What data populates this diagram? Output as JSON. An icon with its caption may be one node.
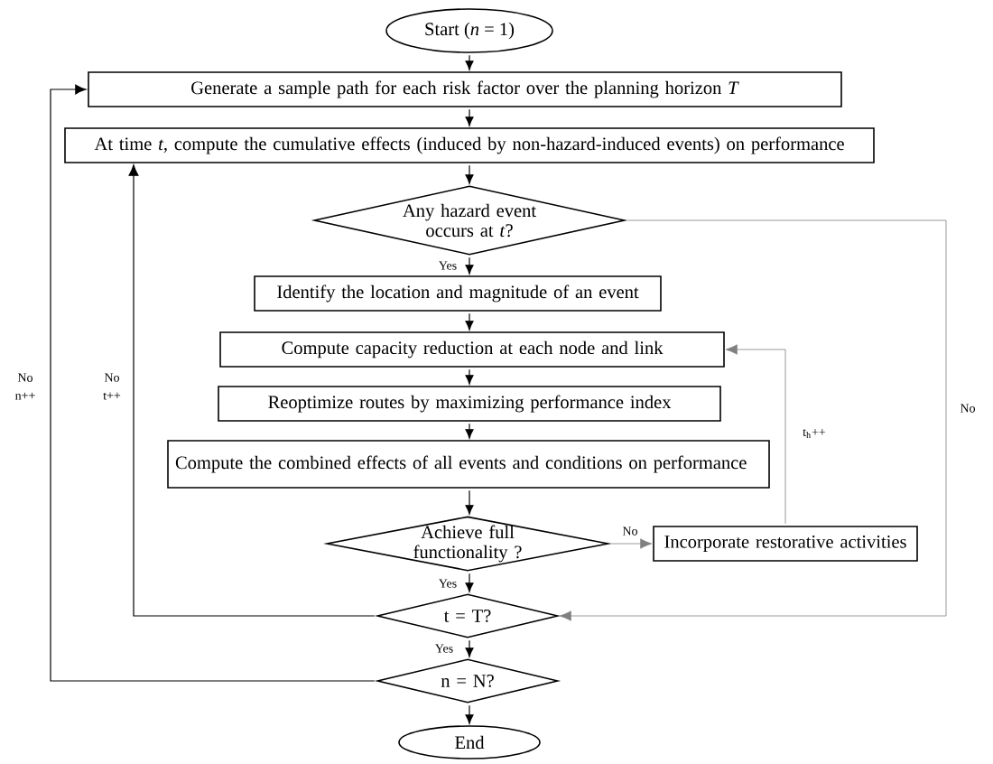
{
  "diagram": {
    "nodes": [
      {
        "text": [
          "Start (*n* = 1)"
        ]
      },
      {
        "text": [
          "Generate a sample path for each risk factor over the planning horizon *T*"
        ]
      },
      {
        "text": [
          "At time *t*, compute the cumulative effects (induced by non-hazard-induced events) on performance"
        ]
      },
      {
        "text": [
          "Any hazard event occurs at *t*?"
        ]
      },
      {
        "text": [
          "Identify the location and magnitude of an event"
        ]
      },
      {
        "text": [
          "Compute capacity reduction at each node and link"
        ]
      },
      {
        "text": [
          "Reoptimize routes by maximizing performance index"
        ]
      },
      {
        "text": [
          "Compute the combined effects of all events and conditions on performance"
        ]
      },
      {
        "text": [
          "Achieve full functionality ?"
        ]
      },
      {
        "text": [
          "Incorporate restorative activities"
        ]
      },
      {
        "text": [
          "t = T?"
        ]
      },
      {
        "text": [
          "n = N?"
        ]
      },
      {
        "text": [
          "End"
        ]
      }
    ],
    "edges": [
      {
        "from": 0,
        "to": 1,
        "arrow": "to"
      },
      {
        "from": 1,
        "to": 2,
        "arrow": "to"
      },
      {
        "from": 2,
        "to": 3,
        "arrow": "to"
      },
      {
        "from": 3,
        "to": 4,
        "arrow": "to",
        "label": "Yes"
      },
      {
        "from": 4,
        "to": 5,
        "arrow": "to"
      },
      {
        "from": 5,
        "to": 6,
        "arrow": "to"
      },
      {
        "from": 6,
        "to": 7,
        "arrow": "to"
      },
      {
        "from": 7,
        "to": 8,
        "arrow": "to"
      },
      {
        "from": 8,
        "to": 10,
        "arrow": "to",
        "label": "Yes"
      },
      {
        "from": 8,
        "to": 9,
        "arrow": "to",
        "label": "No",
        "color": "#808080"
      },
      {
        "from": 9,
        "to": 5,
        "arrow": "to",
        "label": "t$_{h}$++",
        "color": "#808080"
      },
      {
        "from": 3,
        "to": 10,
        "arrow": "to",
        "label": "No",
        "color": "#808080"
      },
      {
        "from": 10,
        "to": 2,
        "arrow": "to",
        "label": "No t++"
      },
      {
        "from": 10,
        "to": 11,
        "arrow": "to",
        "label": "Yes"
      },
      {
        "from": 11,
        "to": 1,
        "arrow": "to",
        "label": "No n++"
      },
      {
        "from": 11,
        "to": 12,
        "arrow": "to"
      }
    ]
  }
}
